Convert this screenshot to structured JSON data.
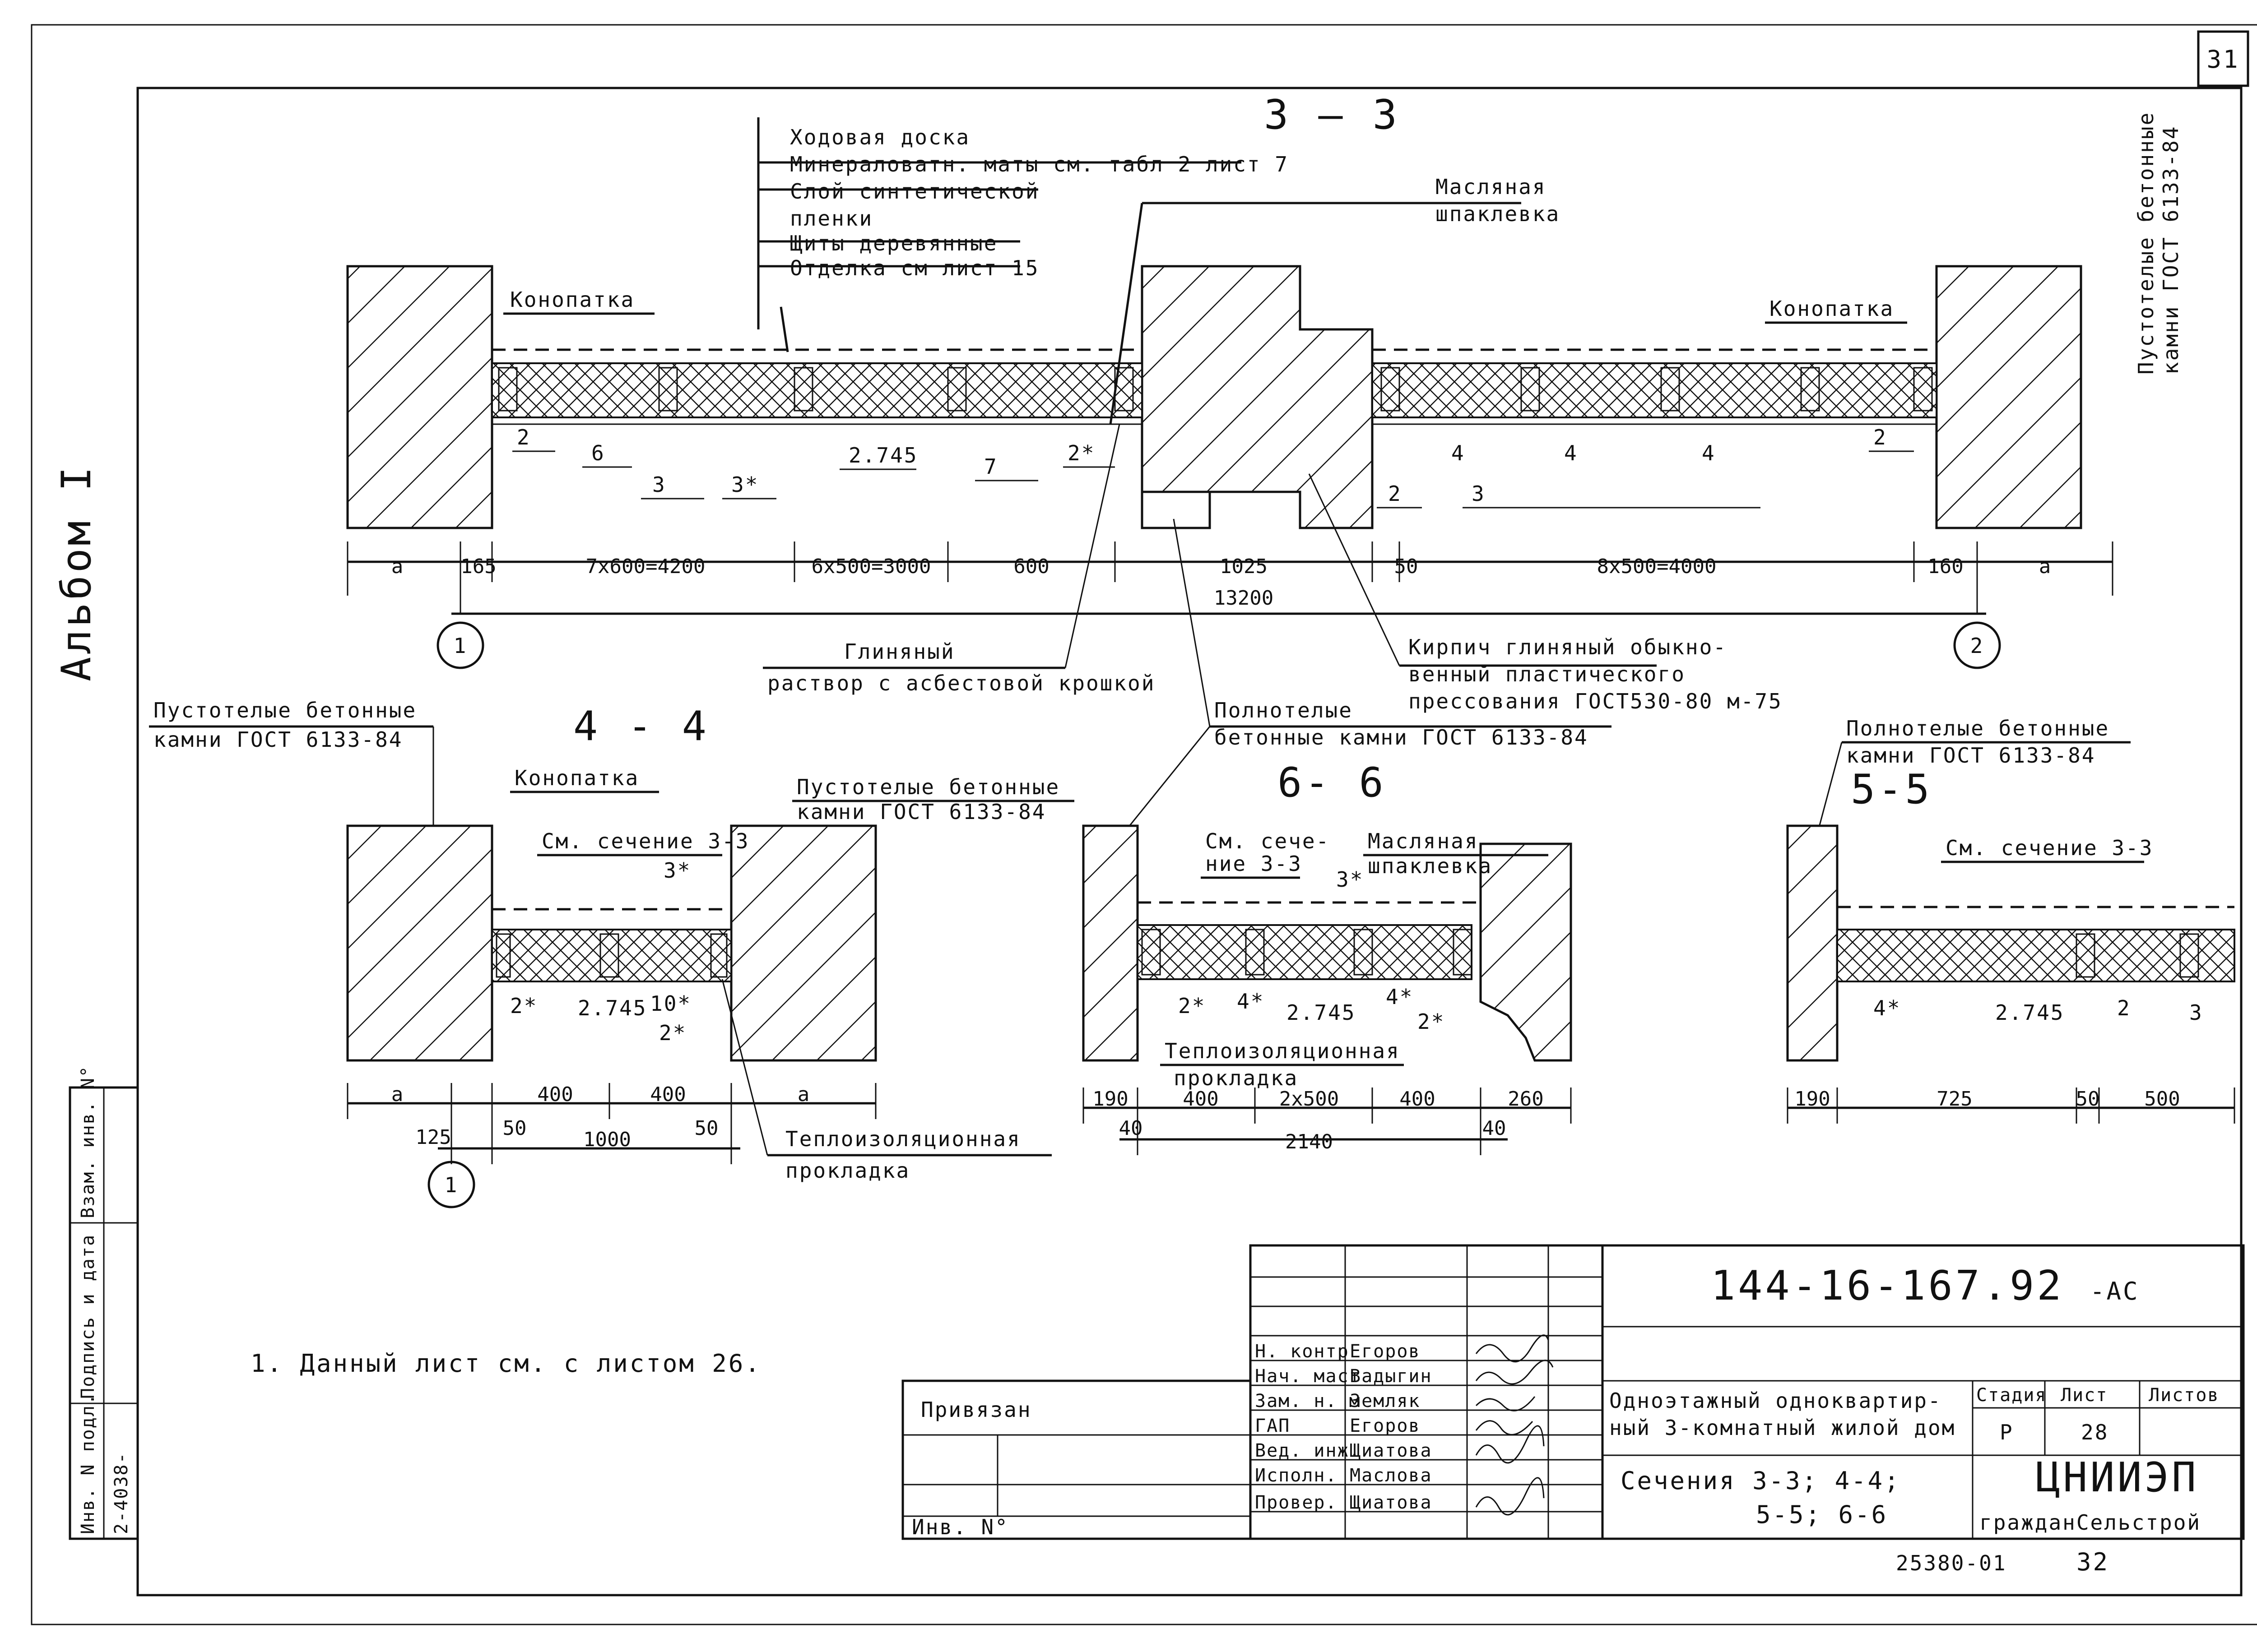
{
  "sheet_number": "31",
  "album": "Альбом I",
  "section_3_3": {
    "title": "3 — 3",
    "layers": [
      "Ходовая доска",
      "Минераловатн. маты см. табл 2 лист 7",
      "Слой синтетической",
      "пленки",
      "Щиты деревянные",
      "Отделка см лист 15"
    ],
    "konopatka_left": "Конопатка",
    "konopatka_right": "Конопатка",
    "oil_putty": [
      "Масляная",
      "шпаклевка"
    ],
    "hollow_stones_right": [
      "Пустотелые бетонные",
      "камни ГОСТ 6133-84"
    ],
    "callouts_left": [
      "2",
      "6",
      "3",
      "3*",
      "2.745",
      "7",
      "2*"
    ],
    "callouts_right": [
      "4",
      "4",
      "4",
      "2",
      "3",
      "2"
    ],
    "dims": [
      "a",
      "165",
      "7x600=4200",
      "6x500=3000",
      "600",
      "1025",
      "50",
      "8x500=4000",
      "160",
      "a"
    ],
    "total": "13200",
    "axis_1": "1",
    "axis_2": "2"
  },
  "notes_mid": {
    "clay_mortar": [
      "Глиняный",
      "раствор с асбестовой крошкой"
    ],
    "brick": [
      "Кирпич глиняный обыкно-",
      "венный пластического",
      "прессования ГОСТ530-80 м-75"
    ],
    "solid_stones": [
      "Полнотелые",
      "бетонные камни ГОСТ 6133-84"
    ],
    "hollow_stones_left": [
      "Пустотелые бетонные",
      "камни ГОСТ 6133-84"
    ]
  },
  "section_4_4": {
    "title": "4 - 4",
    "konopatka": "Конопатка",
    "see_section": "См. сечение 3-3",
    "hollow_stones": [
      "Пустотелые бетонные",
      "камни ГОСТ 6133-84"
    ],
    "callouts": [
      "3*",
      "2*",
      "2.745",
      "10*",
      "2*"
    ],
    "insulation_pad": [
      "Теплоизоляционная",
      "прокладка"
    ],
    "dims_top": [
      "a",
      "400",
      "400",
      "a"
    ],
    "dims_bottom": [
      "125",
      "50",
      "1000",
      "50"
    ],
    "axis": "1"
  },
  "section_6_6": {
    "title": "6- 6",
    "see_section": [
      "См. сече-",
      "ние 3-3"
    ],
    "oil_putty": [
      "Масляная",
      "шпаклевка"
    ],
    "callouts": [
      "3*",
      "2*",
      "4*",
      "2.745",
      "4*",
      "2*"
    ],
    "insulation_pad": [
      "Теплоизоляционная",
      "прокладка"
    ],
    "dims_top": [
      "190",
      "400",
      "2x500",
      "400",
      "260"
    ],
    "dims_bottom": [
      "40",
      "2140",
      "40"
    ]
  },
  "section_5_5": {
    "title": "5-5",
    "solid_stones": [
      "Полнотелые бетонные",
      "камни ГОСТ 6133-84"
    ],
    "see_section": "См. сечение 3-3",
    "callouts": [
      "4*",
      "2.745",
      "2",
      "3"
    ],
    "dims": [
      "190",
      "725",
      "50",
      "500"
    ]
  },
  "note": "1. Данный лист см. с листом 26.",
  "left_stamp": {
    "labels": [
      "Инв. N подл.",
      "Подпись и дата",
      "Взам. инв. N°"
    ],
    "inv_value": "2-4038-"
  },
  "attached_box": {
    "label": "Привязан",
    "inv": "Инв. N°"
  },
  "title_block": {
    "doc_code": "144-16-167.92",
    "suffix": "-АС",
    "roles": [
      {
        "role": "Н. контр",
        "name": "Егоров"
      },
      {
        "role": "Нач. маст",
        "name": "Вадыгин"
      },
      {
        "role": "Зам. н. м",
        "name": "Земляк"
      },
      {
        "role": "ГАП",
        "name": "Егоров"
      },
      {
        "role": "Вед. инж.",
        "name": "Щиатова"
      },
      {
        "role": "Исполн.",
        "name": "Маслова"
      },
      {
        "role": "Провер.",
        "name": "Щиатова"
      }
    ],
    "project_title": [
      "Одноэтажный одноквартир-",
      "ный 3-комнатный жилой дом"
    ],
    "sheet_title": [
      "Сечения 3-3; 4-4;",
      "5-5; 6-6"
    ],
    "stage_label": "Стадия",
    "sheet_label": "Лист",
    "sheets_label": "Листов",
    "stage": "Р",
    "sheet": "28",
    "org": [
      "ЦНИИЭП",
      "гражданСельстрой"
    ]
  },
  "bottom_code": "25380-01",
  "bottom_page": "32"
}
